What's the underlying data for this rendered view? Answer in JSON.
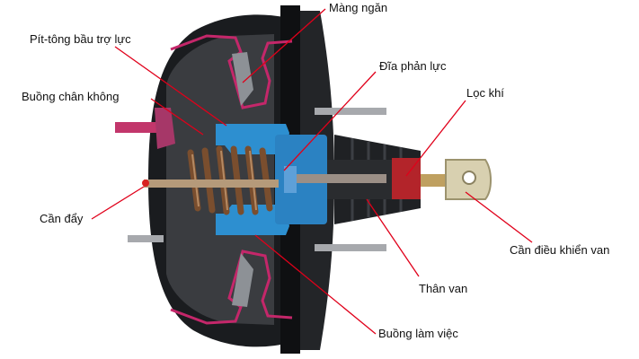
{
  "labels": {
    "mang_ngan": "Màng ngăn",
    "piston": "Pít-tông bầu trợ lực",
    "dia_phan_luc": "Đĩa phản lực",
    "buong_chan_khong": "Buồng chân không",
    "loc_khi": "Lọc khí",
    "can_day": "Cần đẩy",
    "can_dieu_khien_van": "Cần điều khiển van",
    "than_van": "Thân van",
    "buong_lam_viec": "Buồng làm việc"
  },
  "colors": {
    "leader": "#e0001a",
    "housing": "#17191c",
    "piston": "#2d8fd0",
    "diaphragm_edge": "#c4276a",
    "spring": "#7a4e2e"
  }
}
